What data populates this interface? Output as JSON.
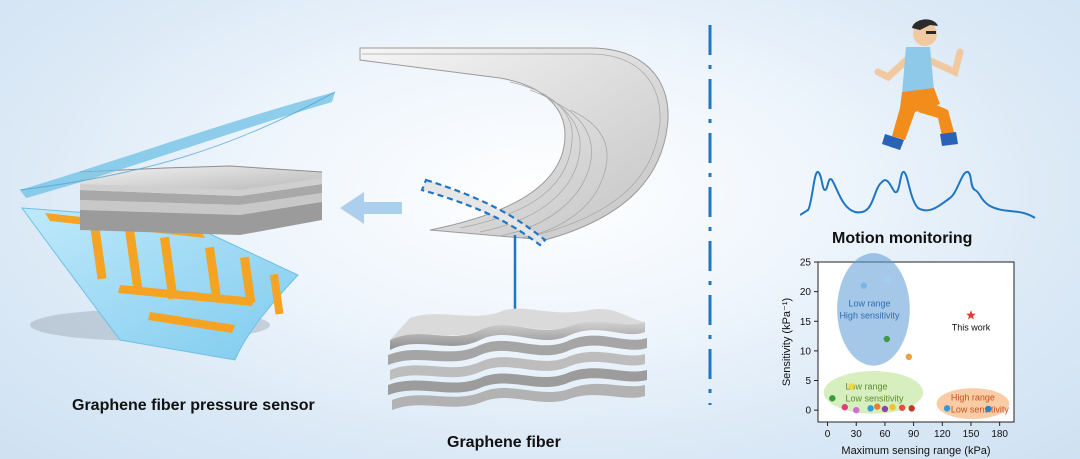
{
  "captions": {
    "sensor": "Graphene fiber pressure sensor",
    "fiber": "Graphene fiber",
    "motion": "Motion monitoring"
  },
  "colors": {
    "accent_blue": "#1f77c4",
    "electrode_orange": "#f4a422",
    "substrate_cyan": "#8fd3f2",
    "runner_shirt": "#8ec9ea",
    "runner_pants": "#f28c1b"
  },
  "chart_data": {
    "type": "scatter",
    "title": "",
    "xlabel": "Maximum sensing range (kPa)",
    "ylabel": "Sensitivity (kPa⁻¹)",
    "xlim": [
      -10,
      195
    ],
    "ylim": [
      -2,
      25
    ],
    "xticks": [
      "0",
      "30",
      "60",
      "90",
      "120",
      "150",
      "180"
    ],
    "xtick_values": [
      0,
      30,
      60,
      90,
      120,
      150,
      180
    ],
    "yticks": [
      "0",
      "5",
      "10",
      "15",
      "20",
      "25"
    ],
    "ytick_values": [
      0,
      5,
      10,
      15,
      20,
      25
    ],
    "grid": false,
    "regions": [
      {
        "line1": "Low range",
        "line2": "High sensitivity",
        "cx": 48,
        "cy": 17,
        "rx": 38,
        "ry": 9.5,
        "color": "#5b9bd5",
        "text_color": "#2e6db4"
      },
      {
        "line1": "Low range",
        "line2": "Low sensitivity",
        "cx": 48,
        "cy": 3,
        "rx": 52,
        "ry": 3.6,
        "color": "#b7e08a",
        "text_color": "#5a8f2c"
      },
      {
        "line1": "High range",
        "line2": "Low sensitivity",
        "cx": 152,
        "cy": 1.1,
        "rx": 38,
        "ry": 2.6,
        "color": "#f5a25d",
        "text_color": "#c0531a"
      }
    ],
    "series": [
      {
        "x": 38,
        "y": 21,
        "color": "#7bb6e8"
      },
      {
        "x": 62,
        "y": 22,
        "color": "#9fd0f2"
      },
      {
        "x": 62,
        "y": 12,
        "color": "#3f9b48"
      },
      {
        "x": 85,
        "y": 9,
        "color": "#f0a040"
      },
      {
        "x": 5,
        "y": 2,
        "color": "#3a9b3a"
      },
      {
        "x": 18,
        "y": 0.5,
        "color": "#e0407a"
      },
      {
        "x": 25,
        "y": 4,
        "color": "#f5d442"
      },
      {
        "x": 30,
        "y": 0,
        "color": "#d36ad3"
      },
      {
        "x": 45,
        "y": 0.3,
        "color": "#2aa0d8"
      },
      {
        "x": 52,
        "y": 0.6,
        "color": "#f07a30"
      },
      {
        "x": 60,
        "y": 0.2,
        "color": "#8e44ad"
      },
      {
        "x": 68,
        "y": 0.5,
        "color": "#f2c12e"
      },
      {
        "x": 78,
        "y": 0.4,
        "color": "#e74c3c"
      },
      {
        "x": 88,
        "y": 0.3,
        "color": "#c0392b"
      },
      {
        "x": 125,
        "y": 0.3,
        "color": "#3498db"
      },
      {
        "x": 168,
        "y": 0.2,
        "color": "#2b80c8"
      }
    ],
    "this_work": {
      "label": "This work",
      "x": 150,
      "y": 16,
      "color": "#e53935"
    }
  }
}
